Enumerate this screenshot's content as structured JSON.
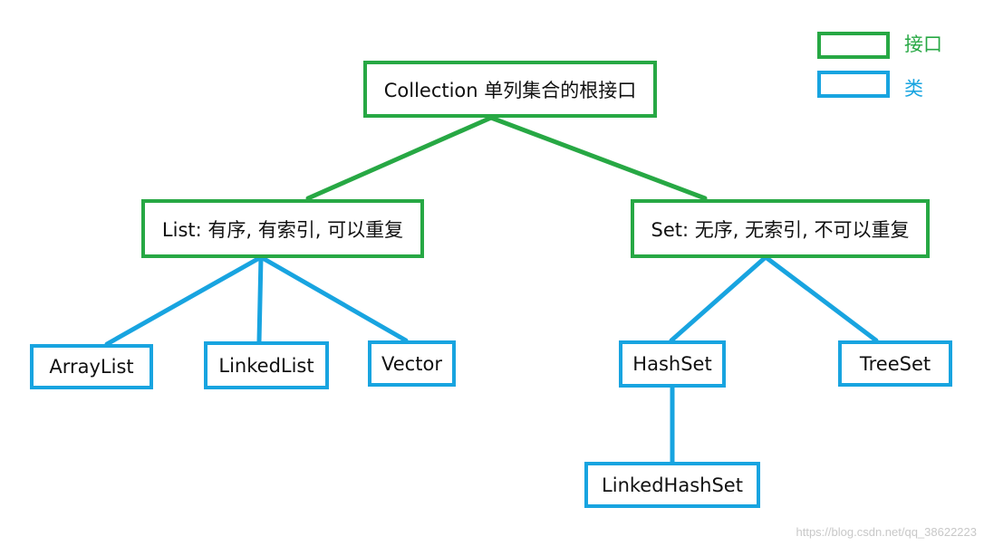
{
  "colors": {
    "interface": "#27a844",
    "class": "#18a4e0"
  },
  "legend": [
    {
      "kind": "interface",
      "label": "接口"
    },
    {
      "kind": "class",
      "label": "类"
    }
  ],
  "nodes": [
    {
      "id": "collection",
      "kind": "interface",
      "label": "Collection 单列集合的根接口"
    },
    {
      "id": "list",
      "kind": "interface",
      "label": "List: 有序, 有索引, 可以重复"
    },
    {
      "id": "set",
      "kind": "interface",
      "label": "Set: 无序, 无索引, 不可以重复"
    },
    {
      "id": "arraylist",
      "kind": "class",
      "label": "ArrayList"
    },
    {
      "id": "linkedlist",
      "kind": "class",
      "label": "LinkedList"
    },
    {
      "id": "vector",
      "kind": "class",
      "label": "Vector"
    },
    {
      "id": "hashset",
      "kind": "class",
      "label": "HashSet"
    },
    {
      "id": "treeset",
      "kind": "class",
      "label": "TreeSet"
    },
    {
      "id": "linkedhashset",
      "kind": "class",
      "label": "LinkedHashSet"
    }
  ],
  "edges": [
    {
      "from": "collection",
      "to": "list",
      "kind": "interface"
    },
    {
      "from": "collection",
      "to": "set",
      "kind": "interface"
    },
    {
      "from": "list",
      "to": "arraylist",
      "kind": "class"
    },
    {
      "from": "list",
      "to": "linkedlist",
      "kind": "class"
    },
    {
      "from": "list",
      "to": "vector",
      "kind": "class"
    },
    {
      "from": "set",
      "to": "hashset",
      "kind": "class"
    },
    {
      "from": "set",
      "to": "treeset",
      "kind": "class"
    },
    {
      "from": "hashset",
      "to": "linkedhashset",
      "kind": "class"
    }
  ],
  "watermark": "https://blog.csdn.net/qq_38622223"
}
